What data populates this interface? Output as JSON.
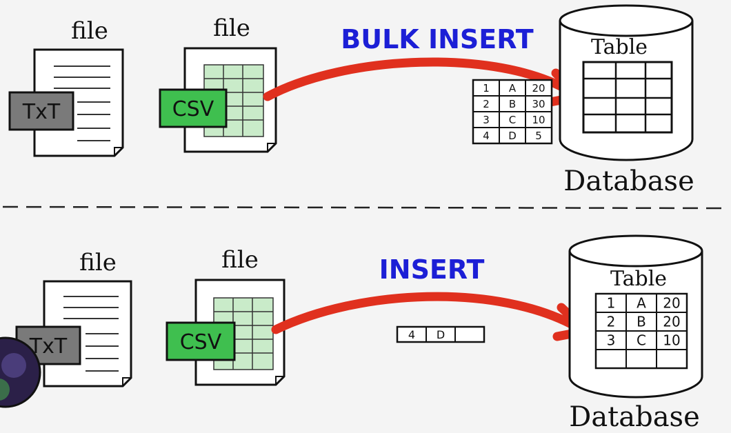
{
  "colors": {
    "arrow": "#e0301e",
    "label": "#1c1fd6",
    "csv_green": "#3fbf4f",
    "grid_green": "#c9ebc9",
    "txt_gray": "#7a7a7a",
    "ink": "#111111"
  },
  "top": {
    "file_txt_caption": "file",
    "file_csv_caption": "file",
    "txt_badge": "TxT",
    "csv_badge": "CSV",
    "operation_label": "BULK INSERT",
    "table_label": "Table",
    "db_label": "Database",
    "rows": [
      [
        "1",
        "A",
        "20"
      ],
      [
        "2",
        "B",
        "30"
      ],
      [
        "3",
        "C",
        "10"
      ],
      [
        "4",
        "D",
        "5"
      ]
    ]
  },
  "bottom": {
    "file_txt_caption": "file",
    "file_csv_caption": "file",
    "txt_badge": "TxT",
    "csv_badge": "CSV",
    "operation_label": "INSERT",
    "table_label": "Table",
    "db_label": "Database",
    "single_row": [
      "4",
      "D",
      ""
    ],
    "rows": [
      [
        "1",
        "A",
        "20"
      ],
      [
        "2",
        "B",
        "20"
      ],
      [
        "3",
        "C",
        "10"
      ]
    ]
  }
}
